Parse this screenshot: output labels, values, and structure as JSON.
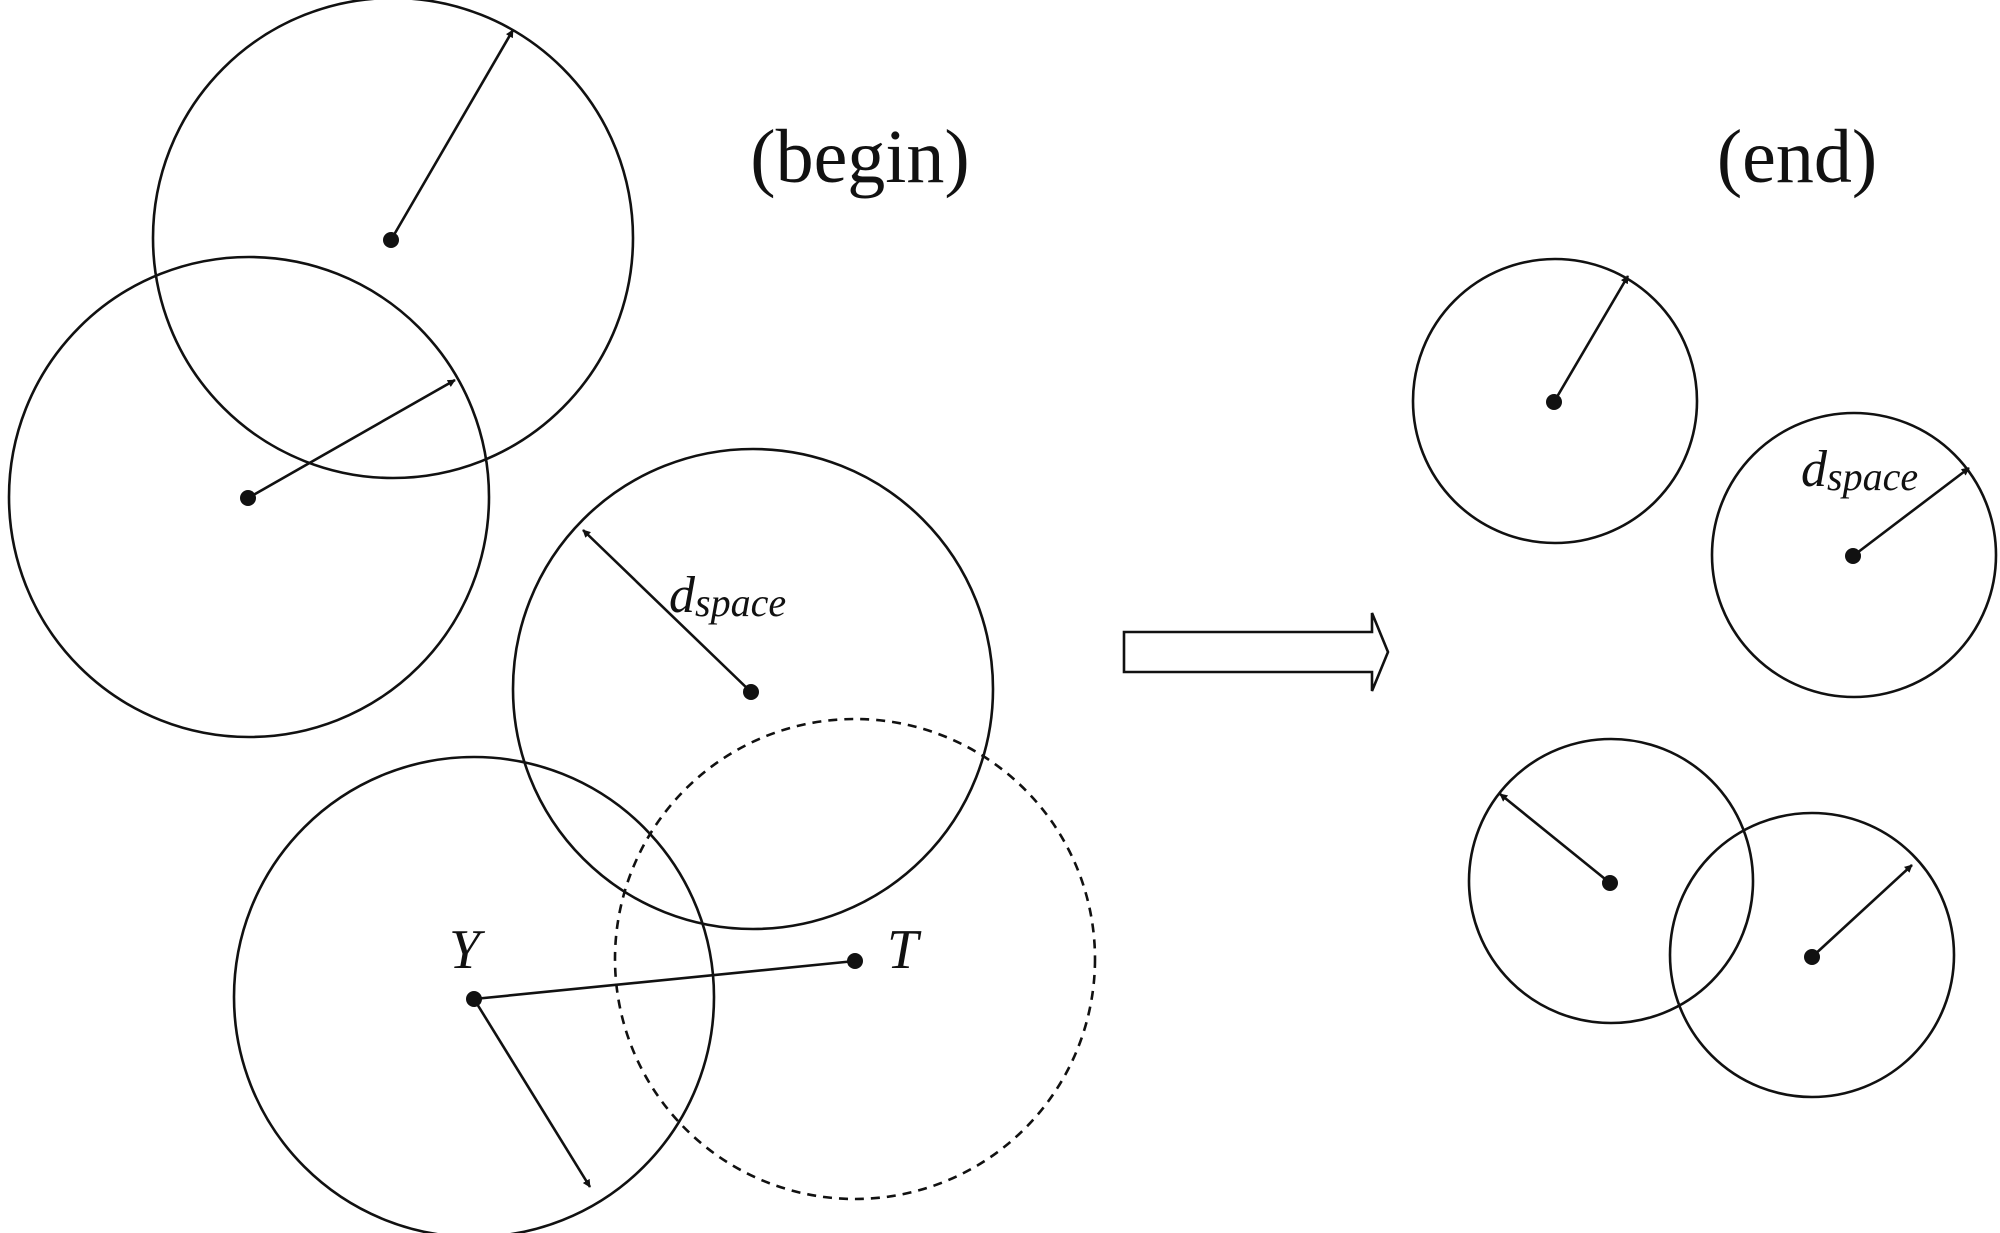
{
  "labels": {
    "begin": "(begin)",
    "end": "(end)",
    "d_main": "d",
    "d_subscript": "space",
    "point_y": "Y",
    "point_t": "T"
  },
  "colors": {
    "ink": "#111111",
    "background": "#ffffff"
  },
  "diagram": {
    "begin_circle_count": 5,
    "begin_dashed_circle_count": 1,
    "end_circle_count": 4,
    "transition_icon": "hollow-right-arrow"
  }
}
